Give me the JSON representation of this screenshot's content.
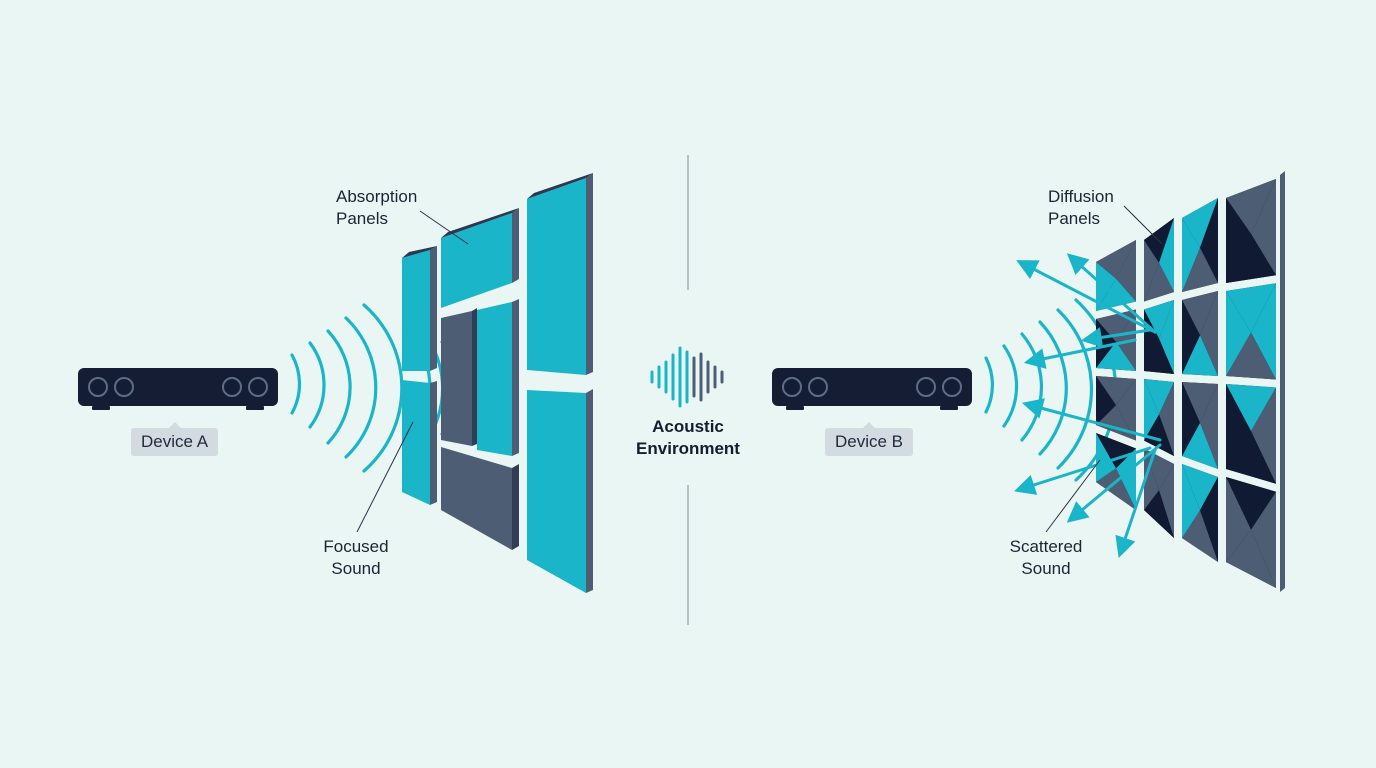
{
  "center": {
    "title_line1": "Acoustic",
    "title_line2": "Environment",
    "icon": "waveform-icon"
  },
  "left": {
    "device_label": "Device A",
    "panels_label_line1": "Absorption",
    "panels_label_line2": "Panels",
    "sound_label_line1": "Focused",
    "sound_label_line2": "Sound"
  },
  "right": {
    "device_label": "Device B",
    "panels_label_line1": "Diffusion",
    "panels_label_line2": "Panels",
    "sound_label_line1": "Scattered",
    "sound_label_line2": "Sound"
  },
  "colors": {
    "background": "#eaf6f3",
    "teal": "#1ab5c9",
    "navy": "#111a33",
    "slate": "#4d5d73",
    "tag": "#d3dbe1"
  }
}
